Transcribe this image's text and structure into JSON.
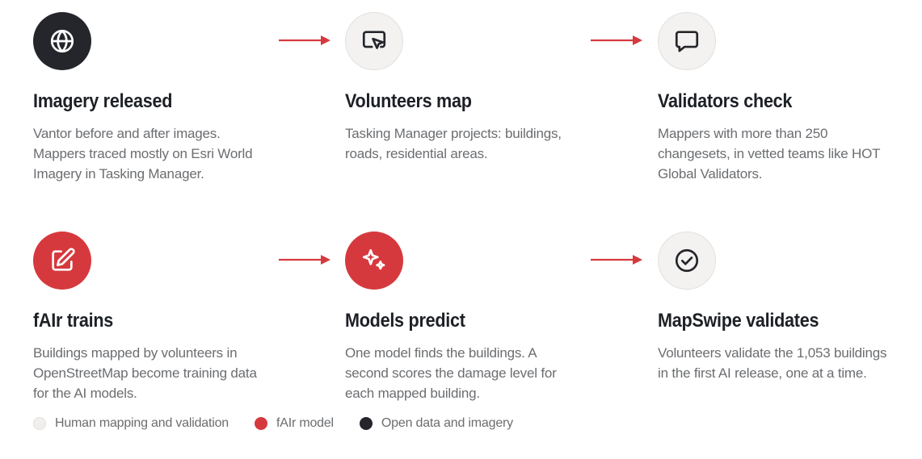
{
  "steps": [
    {
      "title": "Imagery released",
      "description": "Vantor before and after images. Mappers traced mostly on Esri World Imagery in Tasking Manager.",
      "icon": "globe-icon",
      "category": "Open data and imagery"
    },
    {
      "title": "Volunteers map",
      "description": "Tasking Manager projects: buildings, roads, residential areas.",
      "icon": "screen-cursor-icon",
      "category": "Human mapping and validation"
    },
    {
      "title": "Validators check",
      "description": "Mappers with more than 250 changesets, in vetted teams like HOT Global Validators.",
      "icon": "chat-bubble-icon",
      "category": "Human mapping and validation"
    },
    {
      "title": "fAIr trains",
      "description": "Buildings mapped by volunteers in OpenStreetMap become training data for the AI models.",
      "icon": "edit-square-icon",
      "category": "fAIr model"
    },
    {
      "title": "Models predict",
      "description": "One model finds the buildings. A second scores the damage level for each mapped building.",
      "icon": "sparkles-icon",
      "category": "fAIr model"
    },
    {
      "title": "MapSwipe validates",
      "description": "Volunteers validate the 1,053 buildings in the first AI release, one at a time.",
      "icon": "check-circle-icon",
      "category": "Human mapping and validation"
    }
  ],
  "legend": [
    {
      "label": "Human mapping and validation",
      "color": "#f0efee"
    },
    {
      "label": "fAIr model",
      "color": "#d6393d"
    },
    {
      "label": "Open data and imagery",
      "color": "#24262b"
    }
  ],
  "colors": {
    "accent_red": "#d6393d",
    "dark": "#24262b",
    "light": "#f3f2f1"
  }
}
